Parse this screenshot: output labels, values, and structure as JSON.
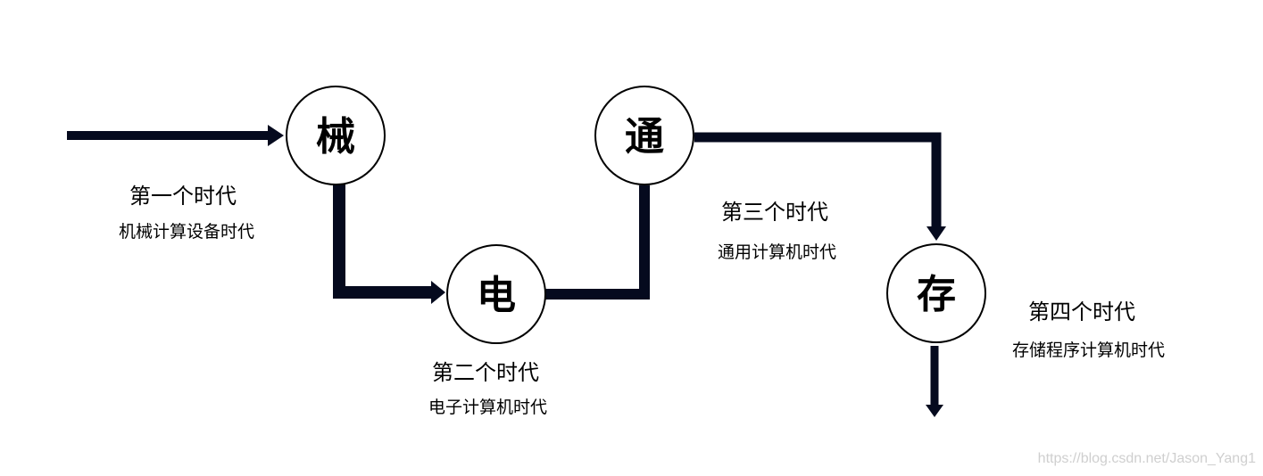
{
  "colors": {
    "line": "#050a1e",
    "circle_stroke": "#000000",
    "text": "#000000",
    "watermark": "#cfcfcf"
  },
  "nodes": [
    {
      "id": "mechanical",
      "char": "械"
    },
    {
      "id": "electronic",
      "char": "电"
    },
    {
      "id": "general",
      "char": "通"
    },
    {
      "id": "stored",
      "char": "存"
    }
  ],
  "eras": [
    {
      "title": "第一个时代",
      "subtitle": "机械计算设备时代"
    },
    {
      "title": "第二个时代",
      "subtitle": "电子计算机时代"
    },
    {
      "title": "第三个时代",
      "subtitle": "通用计算机时代"
    },
    {
      "title": "第四个时代",
      "subtitle": "存储程序计算机时代"
    }
  ],
  "watermark": "https://blog.csdn.net/Jason_Yang1"
}
